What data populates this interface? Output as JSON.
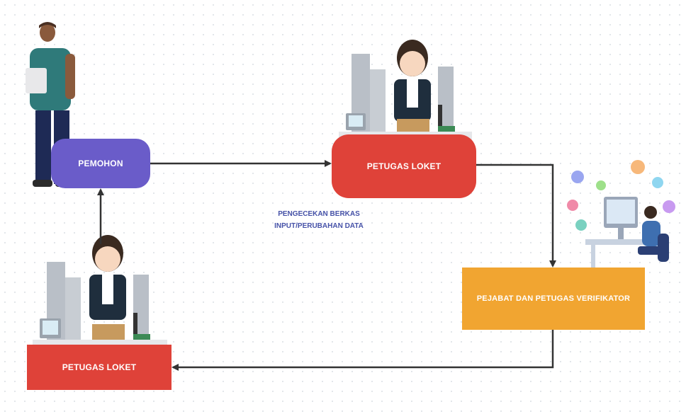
{
  "diagram": {
    "nodes": {
      "pemohon": {
        "label": "PEMOHON"
      },
      "loket_top": {
        "label": "PETUGAS LOKET"
      },
      "loket_bottom": {
        "label": "PETUGAS LOKET"
      },
      "verifikator": {
        "label": "PEJABAT DAN PETUGAS VERIFIKATOR"
      }
    },
    "edge_label": {
      "line1": "PENGECEKAN BERKAS",
      "line2": "INPUT/PERUBAHAN DATA"
    },
    "edges": [
      {
        "from": "pemohon",
        "to": "loket_top"
      },
      {
        "from": "loket_top",
        "to": "verifikator"
      },
      {
        "from": "verifikator",
        "to": "loket_bottom"
      },
      {
        "from": "loket_bottom",
        "to": "pemohon"
      }
    ],
    "colors": {
      "pemohon": "#6a5cc9",
      "petugas_loket": "#df4239",
      "verifikator": "#f1a531",
      "connector": "#333333",
      "edge_label": "#4652a8"
    }
  }
}
